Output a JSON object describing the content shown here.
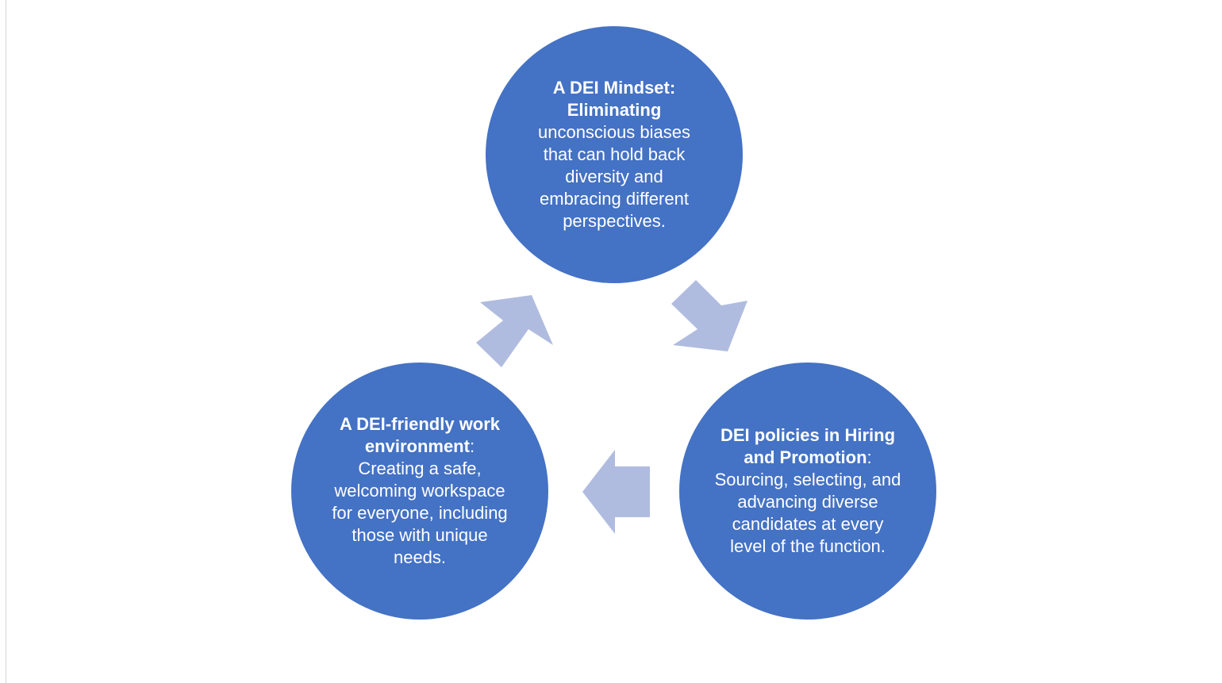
{
  "diagram": {
    "colors": {
      "node_fill": "#4472c4",
      "arrow_fill": "#b0bcdf",
      "text": "#ffffff",
      "background": "#ffffff"
    },
    "nodes": [
      {
        "id": "mindset",
        "title": "A DEI Mindset: Eliminating",
        "separator": "",
        "body": "unconscious biases that can hold back diversity and embracing different perspectives."
      },
      {
        "id": "hiring",
        "title": "DEI policies in Hiring and Promotion",
        "separator": ":",
        "body": "Sourcing, selecting, and advancing diverse candidates at every level of the function."
      },
      {
        "id": "environment",
        "title": "A DEI-friendly work environment",
        "separator": ":",
        "body": "Creating a safe, welcoming workspace for everyone, including those with unique needs."
      }
    ],
    "edges": [
      {
        "from": "mindset",
        "to": "hiring"
      },
      {
        "from": "hiring",
        "to": "environment"
      },
      {
        "from": "environment",
        "to": "mindset"
      }
    ]
  }
}
